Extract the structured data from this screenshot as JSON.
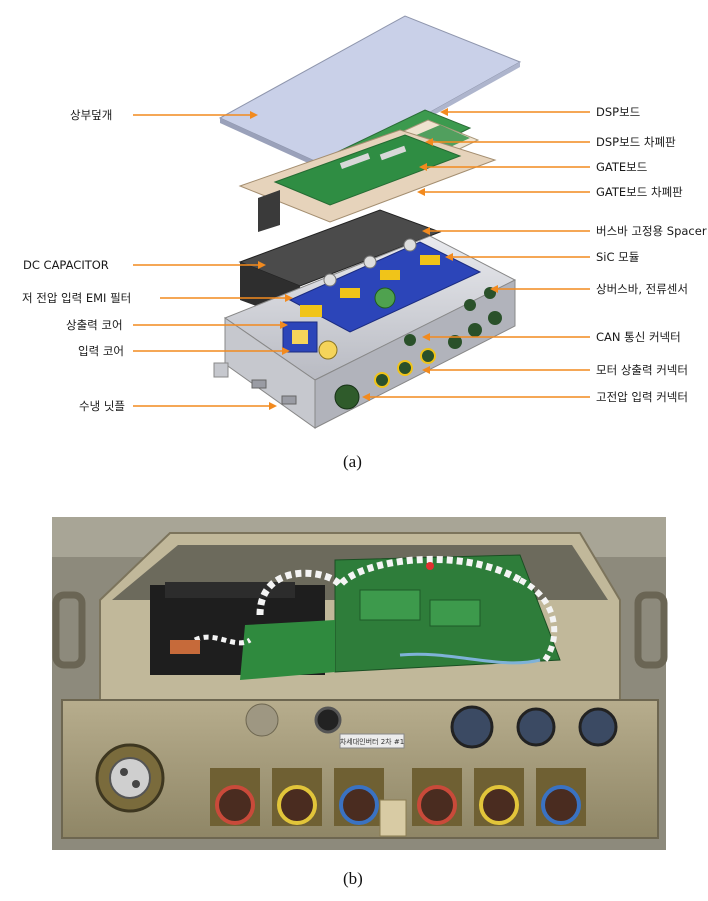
{
  "figure_a": {
    "caption": "(a)",
    "labels_left": [
      "상부덮개",
      "DC CAPACITOR",
      "저 전압 입력 EMI 필터",
      "상출력 코어",
      "입력 코어",
      "수냉 닛플"
    ],
    "labels_right": [
      "DSP보드",
      "DSP보드 차폐판",
      "GATE보드",
      "GATE보드 차폐판",
      "버스바 고정용 Spacer",
      "SiC 모듈",
      "상버스바, 전류센서",
      "CAN 통신 커넥터",
      "모터 상출력 커넥터",
      "고전압 입력 커넥터"
    ]
  },
  "figure_b": {
    "caption": "(b)",
    "tag_text": "차세대인버터 2차 #1"
  },
  "colors": {
    "arrow": "#f28a1e",
    "lid": "#c8cfe6",
    "board": "#3a9a4c",
    "shield": "#e8d9c4",
    "module": "#2a44b8",
    "housing": "#d9dadf",
    "photo_bg": "#8a8576"
  }
}
